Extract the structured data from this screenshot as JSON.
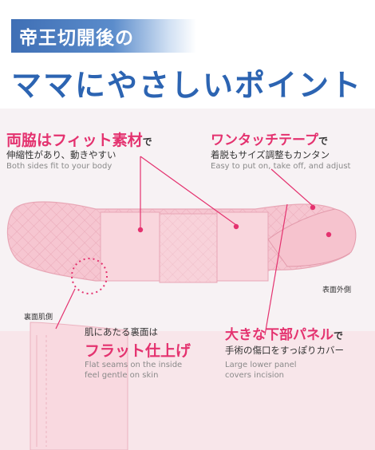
{
  "banner": {
    "title": "帝王切開後の",
    "color": "#3f6fb5"
  },
  "headline": "ママにやさしいポイント",
  "callouts": {
    "sides": {
      "title_main": "両脇はフィット素材",
      "title_tail": "で",
      "subtitle": "伸縮性があり、動きやすい",
      "english": "Both sides fit to your body"
    },
    "tape": {
      "title_main": "ワンタッチテープ",
      "title_tail": "で",
      "subtitle": "着脱もサイズ調整もカンタン",
      "english": "Easy to put on, take off, and adjust"
    },
    "flat": {
      "title_lead": "肌にあたる裏面は",
      "title_main": "フラット仕上げ",
      "english_line1": "Flat seams on the inside",
      "english_line2": "feel gentle on skin"
    },
    "panel": {
      "title_main": "大きな下部パネル",
      "title_tail": "で",
      "subtitle": "手術の傷口をすっぽりカバー",
      "english_line1": "Large lower panel",
      "english_line2": "covers incision"
    }
  },
  "labels": {
    "inner_side": "裏面肌側",
    "outer_side": "表面外側"
  },
  "colors": {
    "accent_pink": "#e4326f",
    "headline_blue": "#2c64b2",
    "belt_pink": "#f6c9d3"
  }
}
